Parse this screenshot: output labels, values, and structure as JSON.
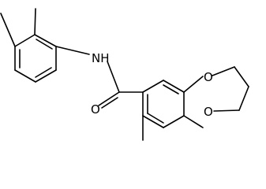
{
  "diagram": {
    "labels": {
      "nh": "NH",
      "o_amide": "O",
      "o_ring_top": "O",
      "o_ring_bottom": "O"
    }
  }
}
